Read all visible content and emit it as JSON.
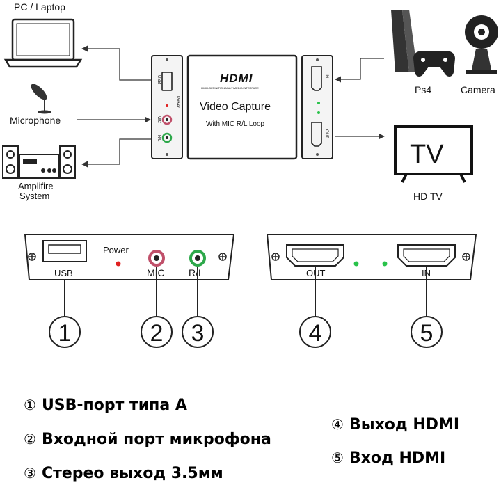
{
  "devices": {
    "pc": "PC / Laptop",
    "microphone": "Microphone",
    "amplifier_line1": "Amplifire",
    "amplifier_line2": "System",
    "ps4": "Ps4",
    "camera": "Camera",
    "tv_screen": "TV",
    "tv": "HD TV"
  },
  "capture_box": {
    "logo": "HDMI",
    "logo_sub": "HIGH-DEFINITION MULTIMEDIA INTERFACE",
    "title": "Video Capture",
    "subtitle": "With MIC R/L Loop",
    "left_panel": {
      "usb": "USB",
      "power": "Power",
      "mic": "MIC",
      "rl": "R/L"
    },
    "right_panel": {
      "in": "IN",
      "out": "OUT"
    }
  },
  "ports_panel": {
    "left": {
      "usb": "USB",
      "power": "Power",
      "mic": "MIC",
      "rl": "R/L"
    },
    "right": {
      "out": "OUT",
      "in": "IN"
    }
  },
  "callouts": [
    "1",
    "2",
    "3",
    "4",
    "5"
  ],
  "legend": {
    "n1": "①",
    "t1": "USB-порт типа A",
    "n2": "②",
    "t2": "Входной порт микрофона",
    "n3": "③",
    "t3": "Стерео выход 3.5мм",
    "n4": "④",
    "t4": "Выход HDMI",
    "n5": "⑤",
    "t5": "Вход HDMI"
  },
  "colors": {
    "power_led": "#e02020",
    "rl_jack": "#2da84a",
    "mic_jack": "#c0506a",
    "status_led": "#29c24a"
  }
}
